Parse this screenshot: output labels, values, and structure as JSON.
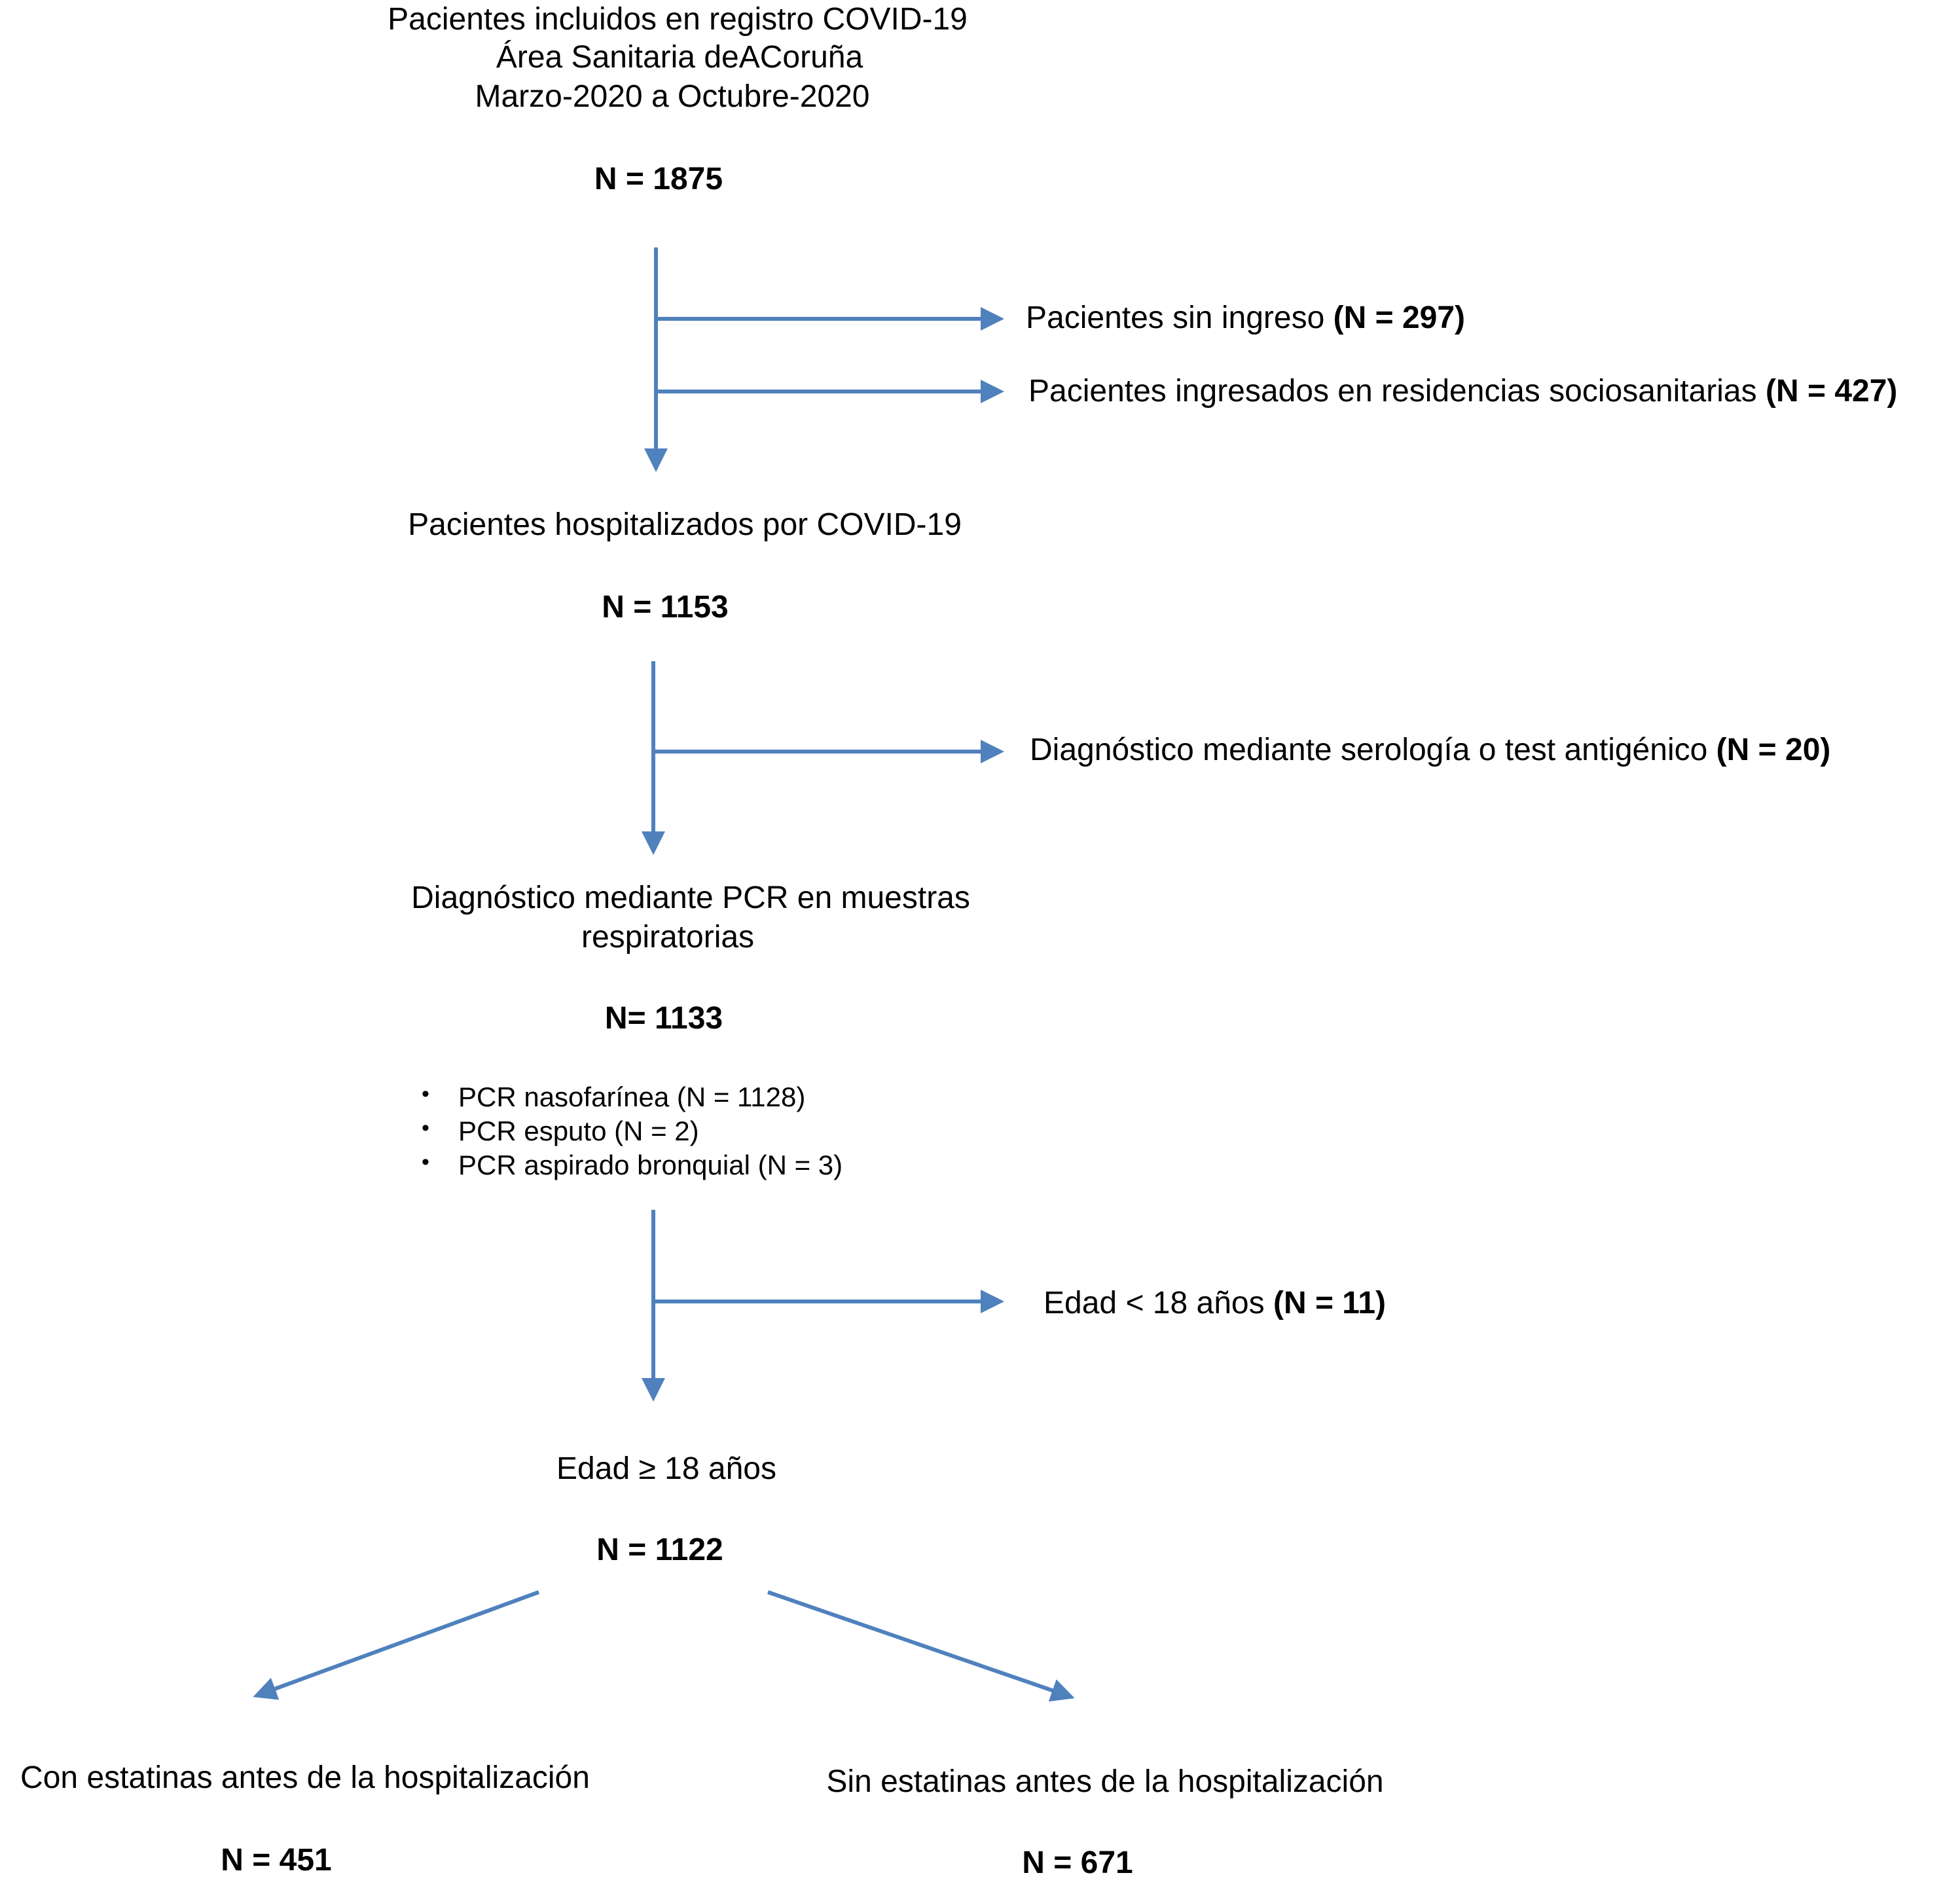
{
  "top": {
    "line1": "Pacientes incluidos en registro COVID-19",
    "line2": "Área Sanitaria deACoruña",
    "line3": "Marzo-2020 a Octubre-2020",
    "n": "N = 1875"
  },
  "excl1": {
    "text": "Pacientes sin ingreso ",
    "n": "(N = 297)"
  },
  "excl2": {
    "text": "Pacientes ingresados en residencias sociosanitarias ",
    "n": "(N = 427)"
  },
  "hosp": {
    "text": "Pacientes hospitalizados por COVID-19",
    "n": "N = 1153"
  },
  "excl3": {
    "text": "Diagnóstico mediante serología o test antigénico ",
    "n": "(N = 20)"
  },
  "pcr": {
    "line1": "Diagnóstico mediante PCR en muestras",
    "line2": "respiratorias",
    "n": "N= 1133",
    "bullet": "•",
    "items": [
      "PCR nasofarínea (N = 1128)",
      "PCR esputo (N = 2)",
      "PCR aspirado bronquial (N = 3)"
    ]
  },
  "excl4": {
    "text": "Edad < 18 años ",
    "n": "(N = 11)"
  },
  "adult": {
    "text": "Edad ≥ 18 años",
    "n": "N = 1122"
  },
  "with": {
    "text": "Con estatinas antes de la hospitalización",
    "n": "N = 451"
  },
  "without": {
    "text": "Sin estatinas antes de la hospitalización",
    "n": "N = 671"
  },
  "colors": {
    "arrow": "#4f81bd",
    "text": "#000000"
  }
}
